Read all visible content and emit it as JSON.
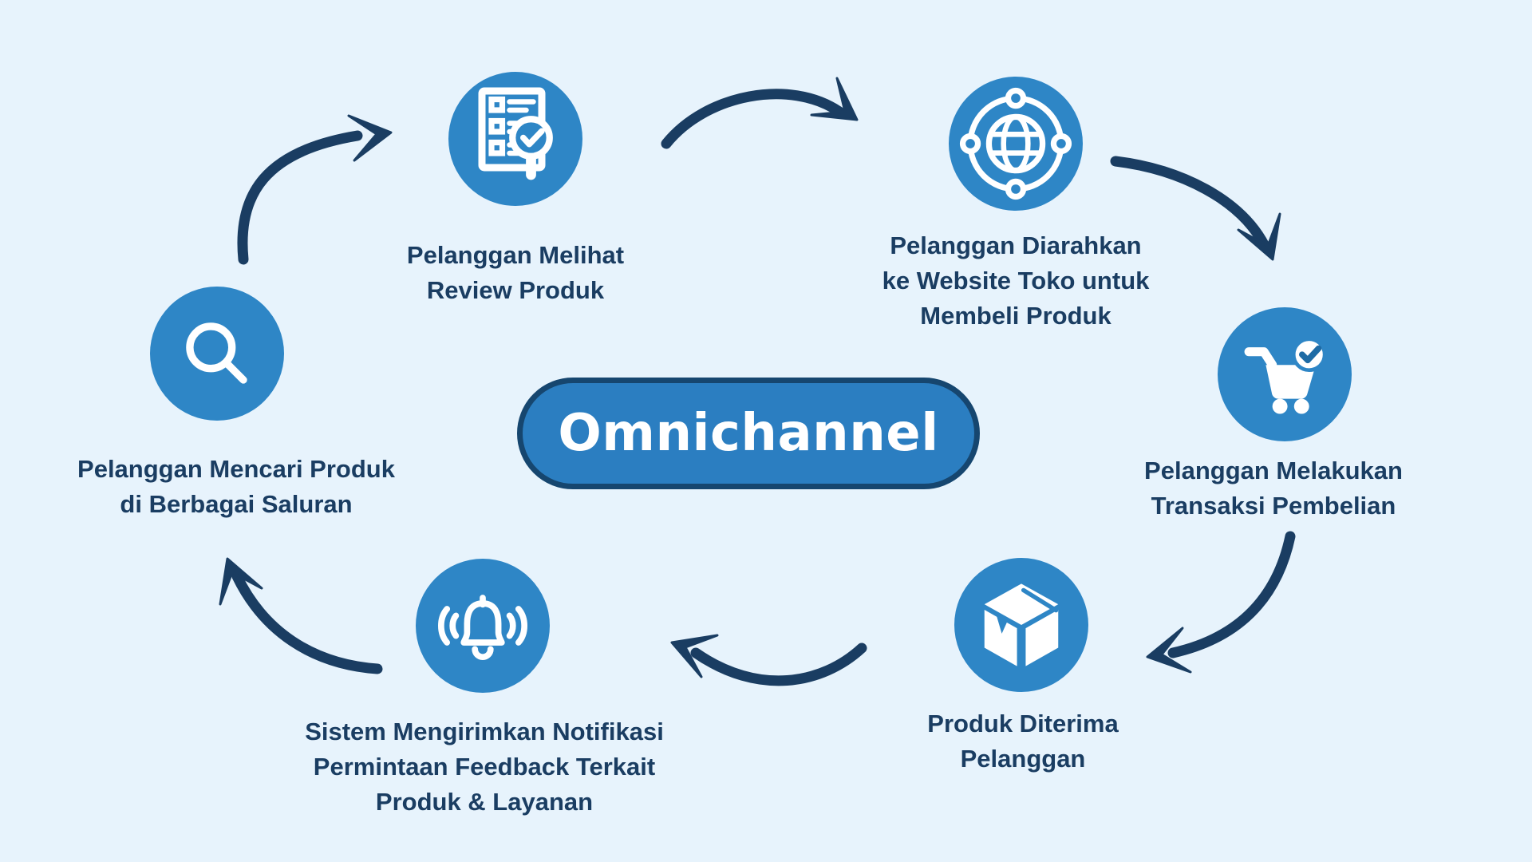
{
  "title": "Omnichannel",
  "colors": {
    "background": "#E7F3FC",
    "node_circle": "#2E86C6",
    "pill_fill": "#2B7EC1",
    "pill_border": "#16466F",
    "text": "#1A3D62",
    "arrow": "#1A3D62",
    "icon": "#FFFFFF"
  },
  "center": {
    "label": "Omnichannel"
  },
  "steps": [
    {
      "id": "search",
      "icon": "magnifier-icon",
      "lines": [
        "Pelanggan Mencari Produk",
        "di Berbagai Saluran"
      ]
    },
    {
      "id": "review",
      "icon": "checklist-magnifier-icon",
      "lines": [
        "Pelanggan Melihat",
        "Review Produk"
      ]
    },
    {
      "id": "website",
      "icon": "globe-network-icon",
      "lines": [
        "Pelanggan Diarahkan",
        "ke Website Toko untuk",
        "Membeli Produk"
      ]
    },
    {
      "id": "purchase",
      "icon": "cart-check-icon",
      "lines": [
        "Pelanggan Melakukan",
        "Transaksi Pembelian"
      ]
    },
    {
      "id": "delivery",
      "icon": "package-box-icon",
      "lines": [
        "Produk Diterima",
        "Pelanggan"
      ]
    },
    {
      "id": "feedback",
      "icon": "notification-bell-icon",
      "lines": [
        "Sistem Mengirimkan Notifikasi",
        "Permintaan Feedback Terkait",
        "Produk & Layanan"
      ]
    }
  ]
}
